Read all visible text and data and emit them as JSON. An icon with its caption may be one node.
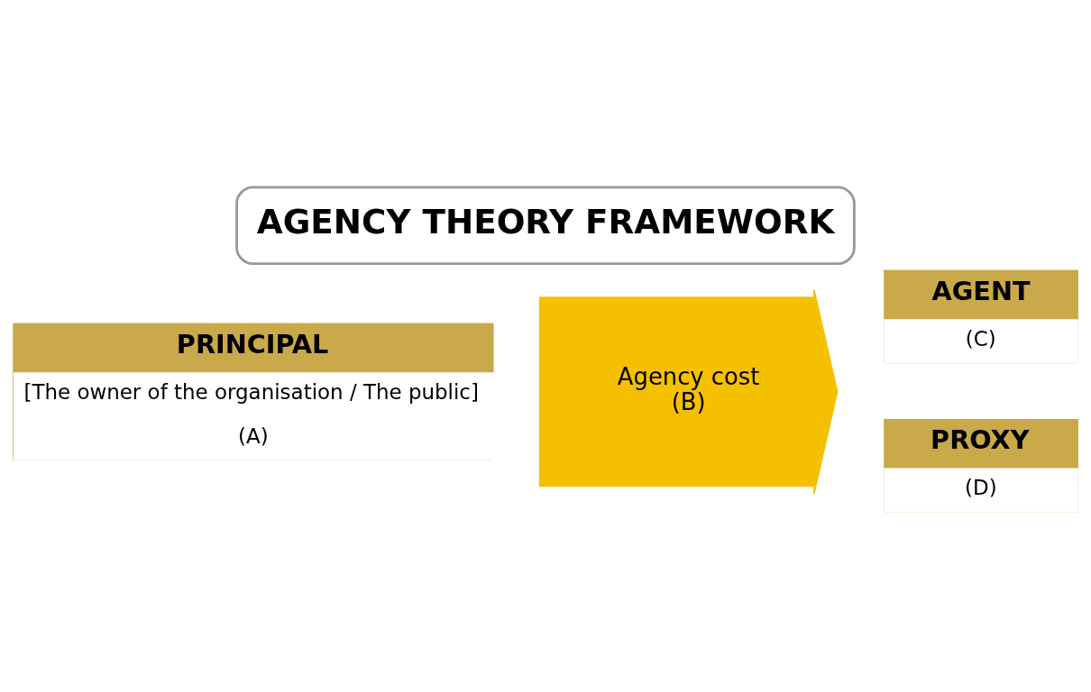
{
  "diagram": {
    "title": "AGENCY THEORY FRAMEWORK",
    "nodes": [
      {
        "text": [
          "PRINCIPAL",
          "[The owner of the organisation / The public]",
          "(A)"
        ]
      },
      {
        "text": [
          "Agency cost",
          "(B)"
        ]
      },
      {
        "text": [
          "AGENT",
          "(C)"
        ]
      },
      {
        "text": [
          "PROXY",
          "(D)"
        ]
      }
    ]
  }
}
